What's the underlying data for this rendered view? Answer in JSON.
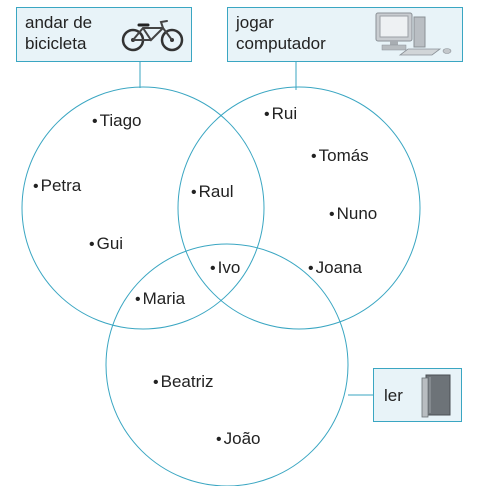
{
  "sets": {
    "bicycle": {
      "label_line1": "andar de",
      "label_line2": "bicicleta",
      "icon": "bicycle-icon"
    },
    "computer": {
      "label_line1": "jogar",
      "label_line2": "computador",
      "icon": "computer-icon"
    },
    "reading": {
      "label": "ler",
      "icon": "book-icon"
    }
  },
  "members": {
    "bicycle_only": [
      "Tiago",
      "Petra",
      "Gui"
    ],
    "bicycle_computer": [
      "Raul"
    ],
    "all_three": [
      "Ivo"
    ],
    "bicycle_reading": [
      "Maria"
    ],
    "computer_only": [
      "Rui",
      "Tomás",
      "Nuno",
      "Joana"
    ],
    "reading_only": [
      "Beatriz",
      "João"
    ]
  },
  "colors": {
    "circle_stroke": "#3aa6c2",
    "box_fill": "#e8f3f8",
    "box_border": "#3aa6c2"
  },
  "bullet": "•"
}
